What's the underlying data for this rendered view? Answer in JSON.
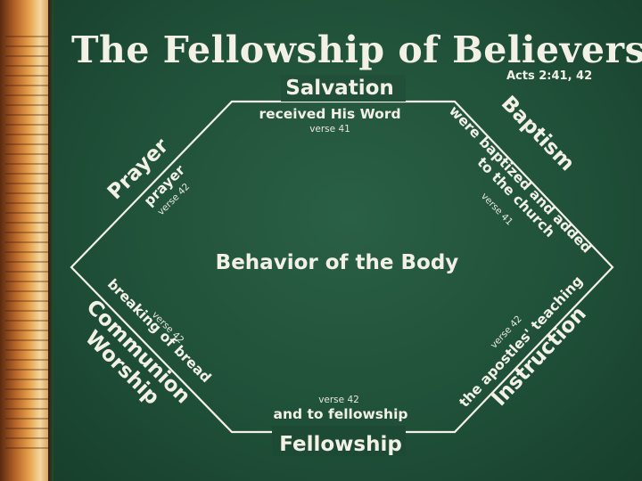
{
  "title": "The  Fellowship of  Believers",
  "reference": "Acts 2:41, 42",
  "center_label": "Behavior  of  the  Body",
  "sides": {
    "top": {
      "heading": "Salvation",
      "phrase": "received  His  Word",
      "verse": "verse  41"
    },
    "top_right": {
      "heading": "Baptism",
      "phrase_line1": "were  baptized  and  added",
      "phrase_line2": "to  the  church",
      "verse": "verse  41"
    },
    "bottom_right": {
      "heading": "Instruction",
      "phrase": "the  apostles'  teaching",
      "verse": "verse  42"
    },
    "bottom": {
      "heading": "Fellowship",
      "phrase": "and  to  fellowship",
      "verse": "verse  42"
    },
    "bottom_left": {
      "heading_line1": "Communion",
      "heading_line2": "Worship",
      "phrase": "breaking  of  bread",
      "verse": "verse  42"
    },
    "top_left": {
      "heading": "Prayer",
      "phrase": "prayer",
      "verse": "verse  42"
    }
  },
  "colors": {
    "board": "#1f4f38",
    "chalk": "#f3f0e6"
  }
}
